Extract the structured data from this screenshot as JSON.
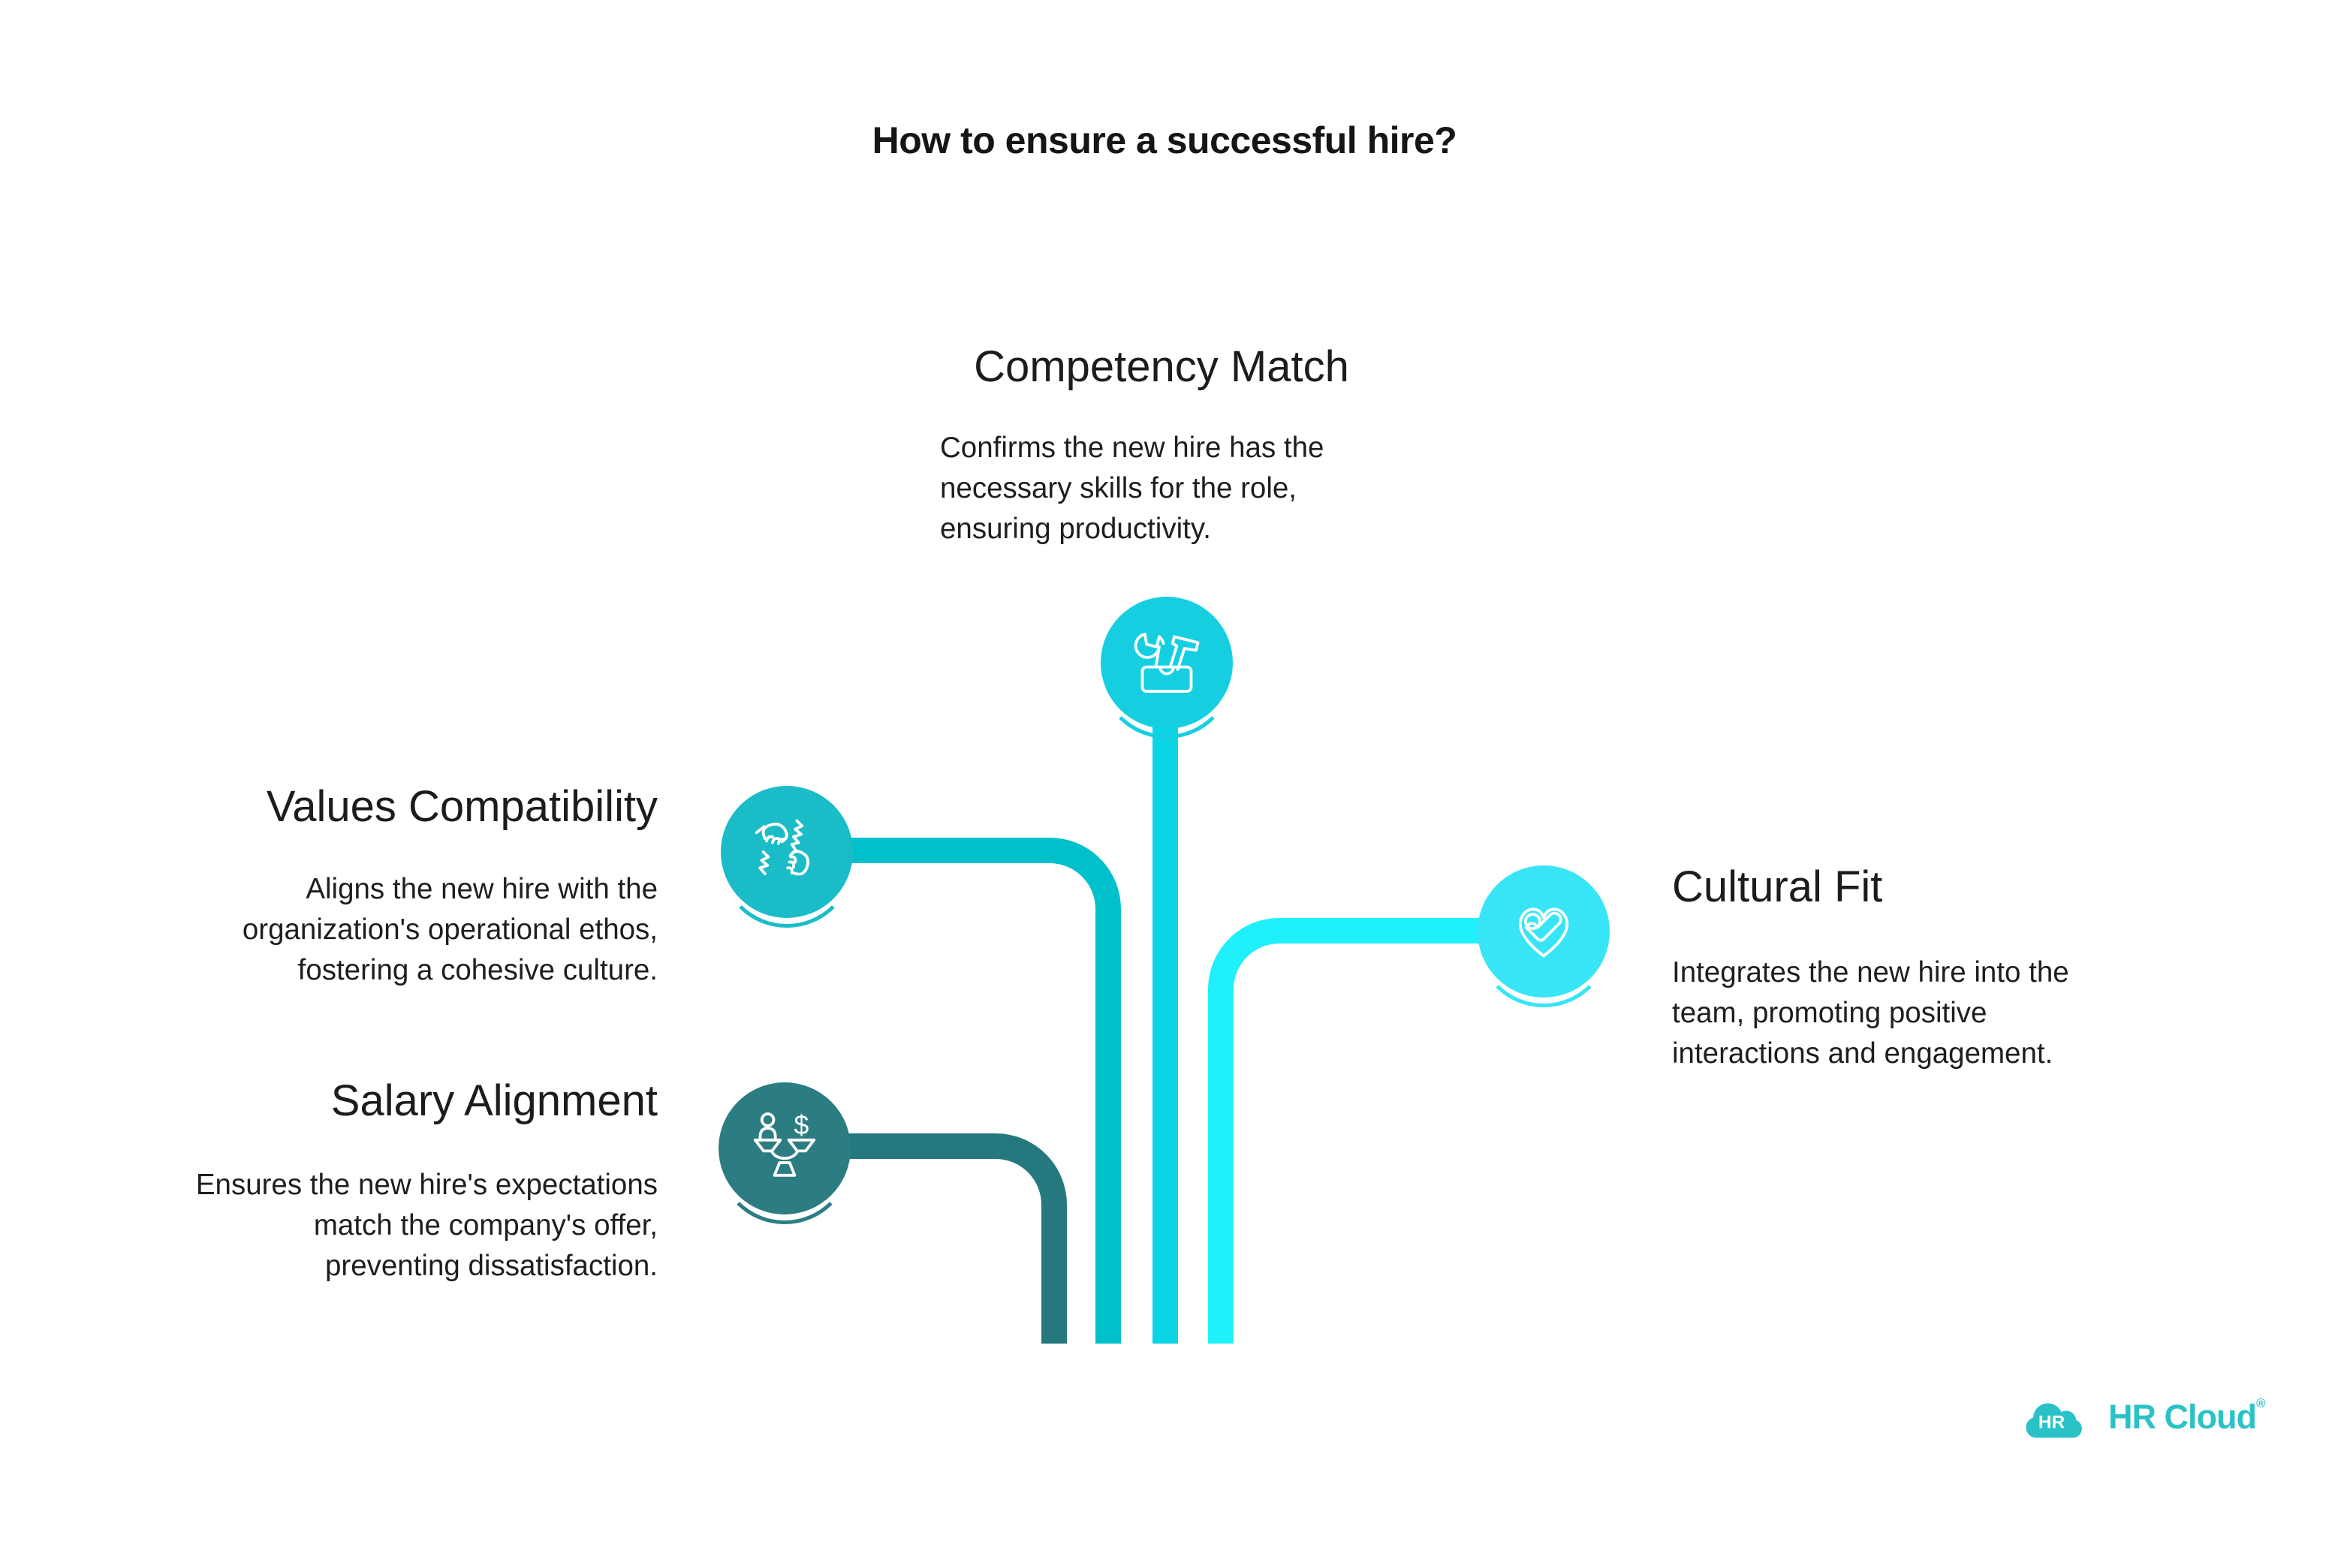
{
  "title": "How to ensure a successful hire?",
  "branches": [
    {
      "id": "competency-match",
      "heading": "Competency Match",
      "description": "Confirms the new hire has the\nnecessary skills for the role,\nensuring productivity.",
      "color": "#15cfe1",
      "line_color": "#0bd4e4",
      "icon": "toolbox-icon"
    },
    {
      "id": "values-compatibility",
      "heading": "Values Compatibility",
      "description": "Aligns the new hire with the\norganization's operational ethos,\nfostering a cohesive culture.",
      "color": "#1abcc8",
      "line_color": "#00c1cb",
      "icon": "hands-together-icon"
    },
    {
      "id": "salary-alignment",
      "heading": "Salary Alignment",
      "description": "Ensures the new hire's expectations\nmatch the company's offer,\npreventing dissatisfaction.",
      "color": "#2b7d82",
      "line_color": "#24787e",
      "icon": "balance-scale-icon"
    },
    {
      "id": "cultural-fit",
      "heading": "Cultural Fit",
      "description": "Integrates the new hire into the\nteam, promoting positive\ninteractions and engagement.",
      "color": "#38e5f7",
      "line_color": "#1ff0fc",
      "icon": "heart-check-icon"
    }
  ],
  "logo": {
    "badge_text": "HR",
    "wordmark": "HR Cloud",
    "registered_mark": "®",
    "color": "#2bc2c7"
  },
  "background": "#ffffff",
  "text_color": "#1c1c1c"
}
